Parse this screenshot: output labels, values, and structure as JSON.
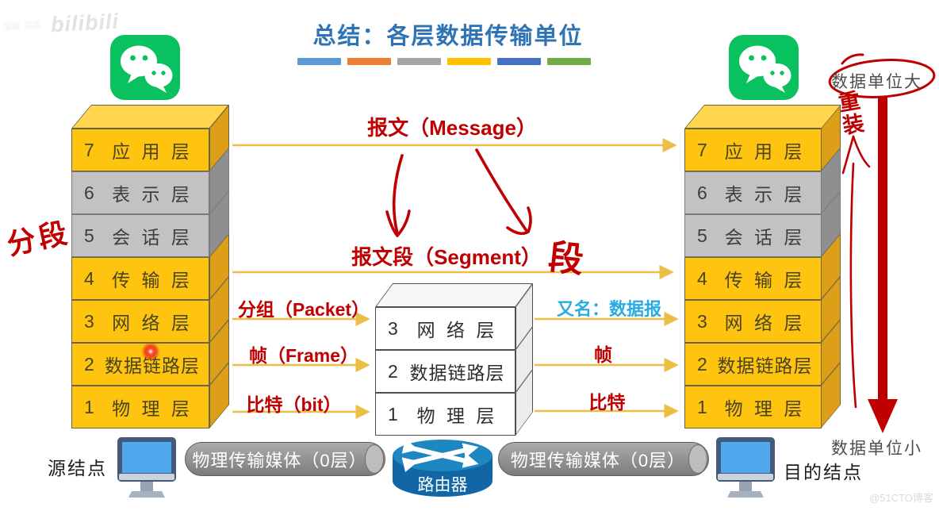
{
  "title": {
    "text": "总结：各层数据传输单位",
    "accent_colors": [
      "#5B9BD5",
      "#ED7D31",
      "#A5A5A5",
      "#FFC000",
      "#4472C4",
      "#70AD47"
    ]
  },
  "watermarks": {
    "top_left": "bilibili",
    "bottom_right": "@51CTO博客"
  },
  "stacks": {
    "left": {
      "layers": [
        {
          "num": "7",
          "label": "应 用 层"
        },
        {
          "num": "6",
          "label": "表 示 层"
        },
        {
          "num": "5",
          "label": "会 话 层"
        },
        {
          "num": "4",
          "label": "传 输 层"
        },
        {
          "num": "3",
          "label": "网 络 层"
        },
        {
          "num": "2",
          "label": "数据链路层"
        },
        {
          "num": "1",
          "label": "物 理 层"
        }
      ]
    },
    "middle": {
      "layers": [
        {
          "num": "3",
          "label": "网 络 层"
        },
        {
          "num": "2",
          "label": "数据链路层"
        },
        {
          "num": "1",
          "label": "物 理 层"
        }
      ]
    },
    "right": {
      "layers": [
        {
          "num": "7",
          "label": "应 用 层"
        },
        {
          "num": "6",
          "label": "表 示 层"
        },
        {
          "num": "5",
          "label": "会 话 层"
        },
        {
          "num": "4",
          "label": "传 输 层"
        },
        {
          "num": "3",
          "label": "网 络 层"
        },
        {
          "num": "2",
          "label": "数据链路层"
        },
        {
          "num": "1",
          "label": "物 理 层"
        }
      ]
    }
  },
  "unit_labels": {
    "message": "报文（Message）",
    "segment": "报文段（Segment）",
    "packet": "分组（Packet）",
    "frame": "帧（Frame）",
    "bit": "比特（bit）",
    "alias_datagram": "又名：数据报",
    "frame_right": "帧",
    "bit_right": "比特"
  },
  "annotations": {
    "segmenting": "分段",
    "segment_char": "段",
    "reassembly": "重装",
    "data_unit_large": "数据单位大",
    "data_unit_small": "数据单位小"
  },
  "bottom": {
    "source_node": "源结点",
    "dest_node": "目的结点",
    "medium_left": "物理传输媒体（0层）",
    "medium_right": "物理传输媒体（0层）",
    "router": "路由器"
  },
  "icons": {
    "left_app": "wechat-icon",
    "right_app": "wechat-icon",
    "source_device": "computer-icon",
    "dest_device": "computer-icon",
    "network_device": "router-icon",
    "pointer": "laser-pointer-dot"
  },
  "colors": {
    "title_blue": "#2E74B5",
    "layer_yellow": "#FFC40F",
    "layer_gray": "#C2C2C2",
    "annotation_red": "#C00000",
    "alias_cyan": "#29ABE2",
    "arrow_gold": "#EDBE45",
    "wechat_green": "#09C25F",
    "router_blue": "#1E86C0",
    "pipe_gray": "#8C8C8C"
  }
}
